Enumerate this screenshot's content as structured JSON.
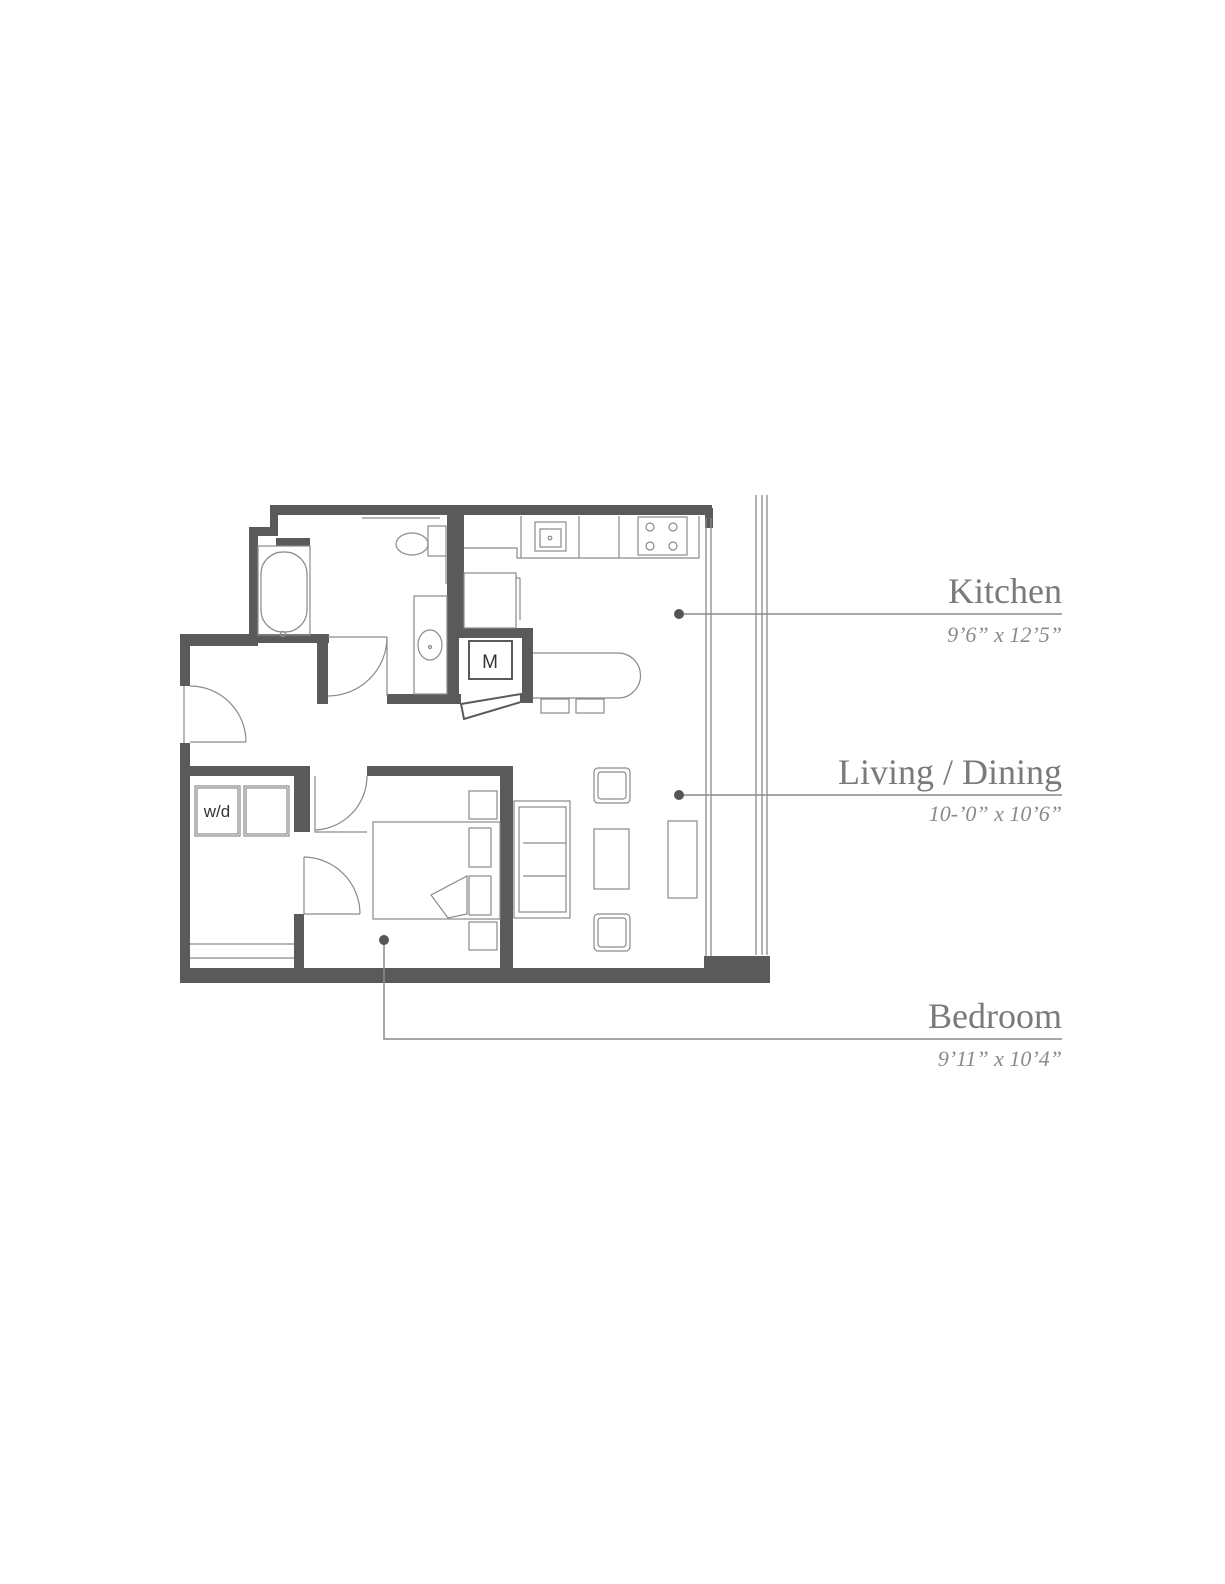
{
  "rooms": [
    {
      "name": "Kitchen",
      "dimensions": "9’6” x 12’5”"
    },
    {
      "name": "Living / Dining",
      "dimensions": "10-’0” x 10’6”"
    },
    {
      "name": "Bedroom",
      "dimensions": "9’11” x 10’4”"
    }
  ],
  "fixtures": {
    "mechanical_label": "M",
    "washer_dryer_label": "w/d"
  },
  "colors": {
    "wall": "#5a5a5a",
    "line": "#8a8a8a",
    "label": "#7a7a7a"
  }
}
